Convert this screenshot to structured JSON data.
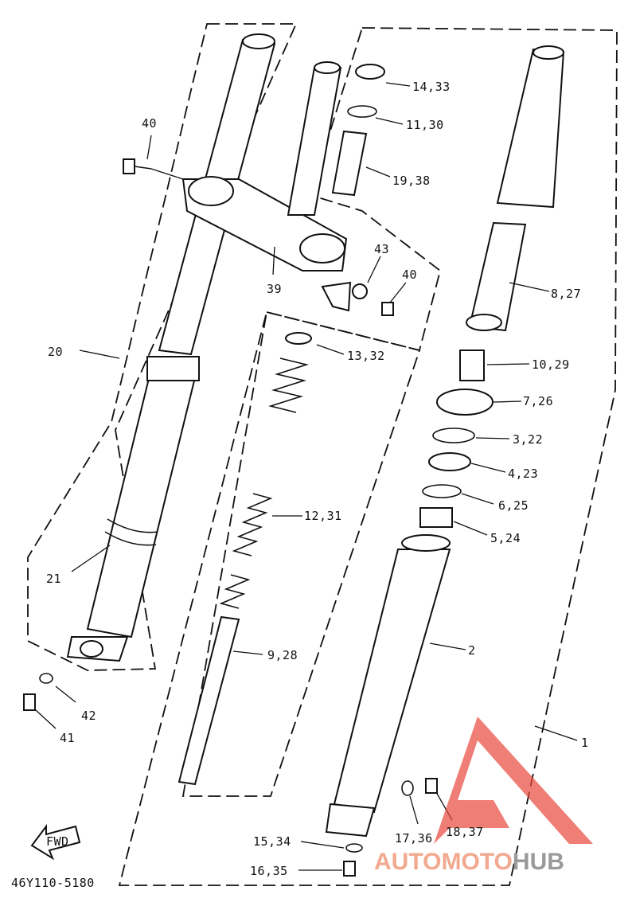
{
  "labels": {
    "p1": "1",
    "p2": "2",
    "p3": "3,22",
    "p4": "4,23",
    "p5": "5,24",
    "p6": "6,25",
    "p7": "7,26",
    "p8": "8,27",
    "p9": "9,28",
    "p10": "10,29",
    "p11": "11,30",
    "p12": "12,31",
    "p13": "13,32",
    "p14": "14,33",
    "p15": "15,34",
    "p16": "16,35",
    "p17": "17,36",
    "p18": "18,37",
    "p19": "19,38",
    "p20": "20",
    "p21": "21",
    "p39": "39",
    "p40a": "40",
    "p40b": "40",
    "p41": "41",
    "p42": "42",
    "p43": "43"
  },
  "fwd_label": "FWD",
  "diagram_code": "46Y110-5180",
  "watermark": {
    "part1": "AUTO",
    "part2": "MOTO",
    "part3": "HUB",
    "colors": {
      "auto": "#f2a98f",
      "moto": "#f2a98f",
      "hub": "#9a9a9a",
      "logo": "#e8483c"
    }
  }
}
